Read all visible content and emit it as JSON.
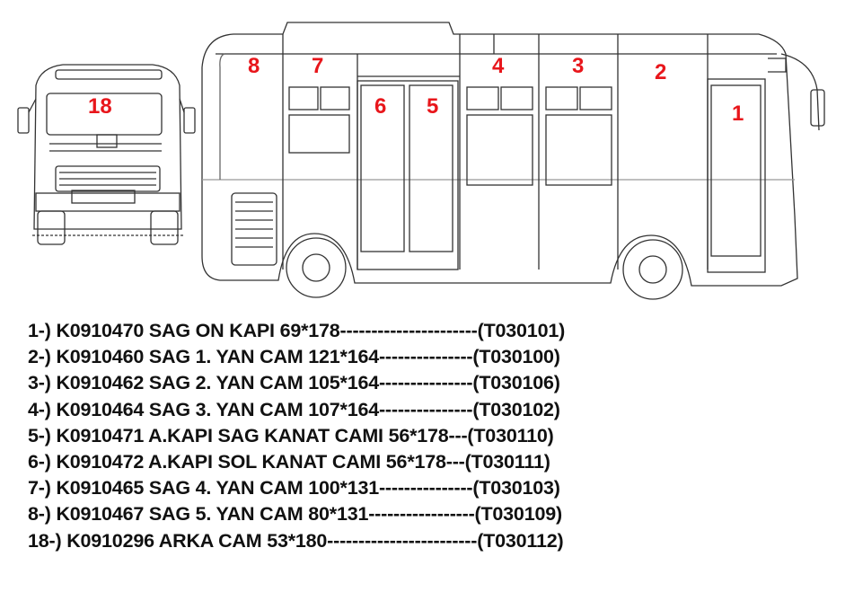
{
  "callouts": {
    "c1": "1",
    "c2": "2",
    "c3": "3",
    "c4": "4",
    "c5": "5",
    "c6": "6",
    "c7": "7",
    "c8": "8",
    "c18": "18"
  },
  "parts": [
    "1-) K0910470 SAG ON KAPI 69*178----------------------(T030101)",
    "2-) K0910460 SAG 1. YAN CAM 121*164---------------(T030100)",
    "3-) K0910462 SAG 2. YAN CAM 105*164---------------(T030106)",
    "4-) K0910464 SAG 3. YAN CAM 107*164---------------(T030102)",
    "5-) K0910471 A.KAPI SAG KANAT CAMI 56*178---(T030110)",
    "6-) K0910472 A.KAPI SOL KANAT CAMI 56*178---(T030111)",
    "7-) K0910465 SAG 4. YAN CAM 100*131---------------(T030103)",
    "8-) K0910467 SAG 5. YAN CAM 80*131-----------------(T030109)",
    "18-) K0910296 ARKA CAM 53*180------------------------(T030112)"
  ],
  "colors": {
    "callout": "#e8161b",
    "line": "#333333"
  }
}
